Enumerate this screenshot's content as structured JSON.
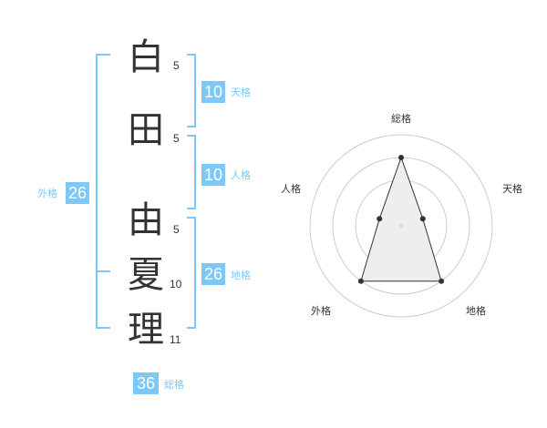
{
  "name": {
    "chars": [
      {
        "char": "白",
        "strokes": "5"
      },
      {
        "char": "田",
        "strokes": "5"
      },
      {
        "char": "由",
        "strokes": "5"
      },
      {
        "char": "夏",
        "strokes": "10"
      },
      {
        "char": "理",
        "strokes": "11"
      }
    ]
  },
  "fortune": {
    "tenkaku": {
      "value": "10",
      "label": "天格"
    },
    "jinkaku": {
      "value": "10",
      "label": "人格"
    },
    "chikaku": {
      "value": "26",
      "label": "地格"
    },
    "gaikaku": {
      "value": "26",
      "label": "外格"
    },
    "soukaku": {
      "value": "36",
      "label": "総格"
    }
  },
  "chart_data": {
    "type": "radar",
    "axes": [
      "総格",
      "天格",
      "地格",
      "外格",
      "人格"
    ],
    "values": [
      3,
      1,
      3,
      3,
      1
    ],
    "rmax": 4,
    "rings": 4
  },
  "colors": {
    "accent": "#7cc8f8",
    "text": "#333333",
    "ring": "#cccccc",
    "fill": "#eeeeee"
  }
}
